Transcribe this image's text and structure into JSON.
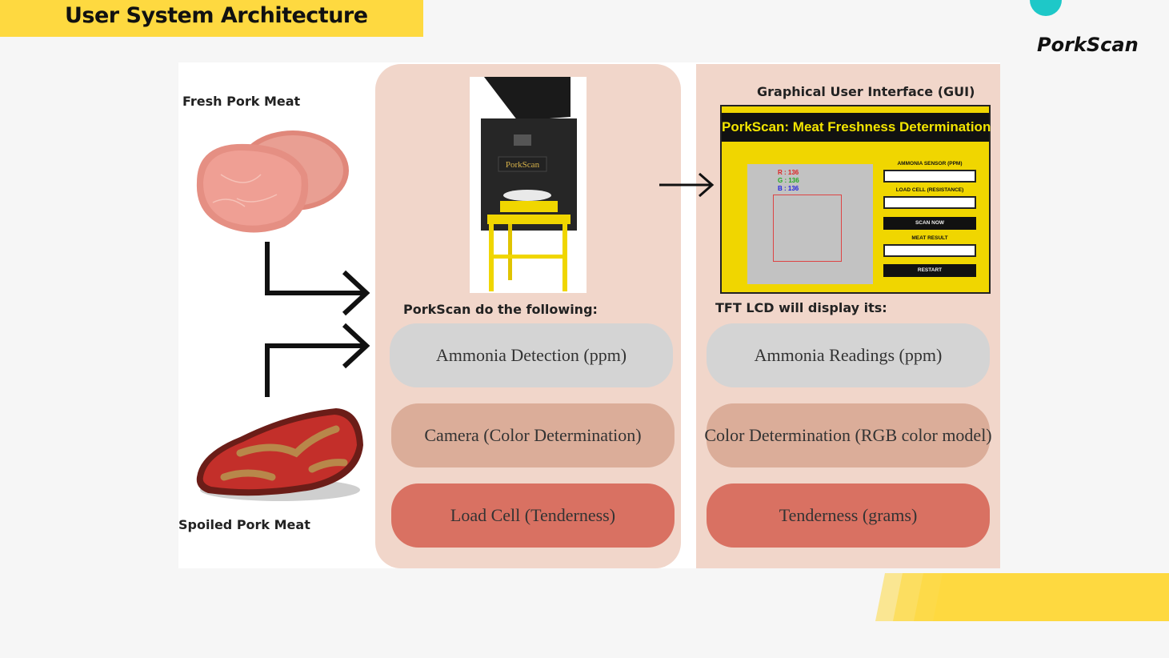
{
  "header": {
    "title": "User System Architecture",
    "brand": "PorkScan",
    "accent_color": "#fed940",
    "dot_color": "#1ec8c8"
  },
  "diagram": {
    "inputs": {
      "fresh_label": "Fresh Pork Meat",
      "spoiled_label": "Spoiled Pork Meat"
    },
    "device": {
      "badge": "PorkScan",
      "caption": "PorkScan do the following:",
      "functions": [
        "Ammonia Detection (ppm)",
        "Camera (Color Determination)",
        "Load Cell (Tenderness)"
      ]
    },
    "display": {
      "gui_label": "Graphical User Interface (GUI)",
      "gui_title": "PorkScan: Meat Freshness Determination",
      "rgb": {
        "r": "R : 136",
        "g": "G : 136",
        "b": "B : 136"
      },
      "ammonia_sensor_label": "AMMONIA SENSOR (PPM)",
      "load_cell_label": "LOAD CELL (RESISTANCE)",
      "scan_button": "SCAN NOW",
      "meat_result_label": "MEAT RESULT",
      "restart_button": "RESTART",
      "caption": "TFT LCD will display its:",
      "outputs": [
        "Ammonia Readings (ppm)",
        "Color Determination (RGB color model)",
        "Tenderness (grams)"
      ]
    }
  }
}
